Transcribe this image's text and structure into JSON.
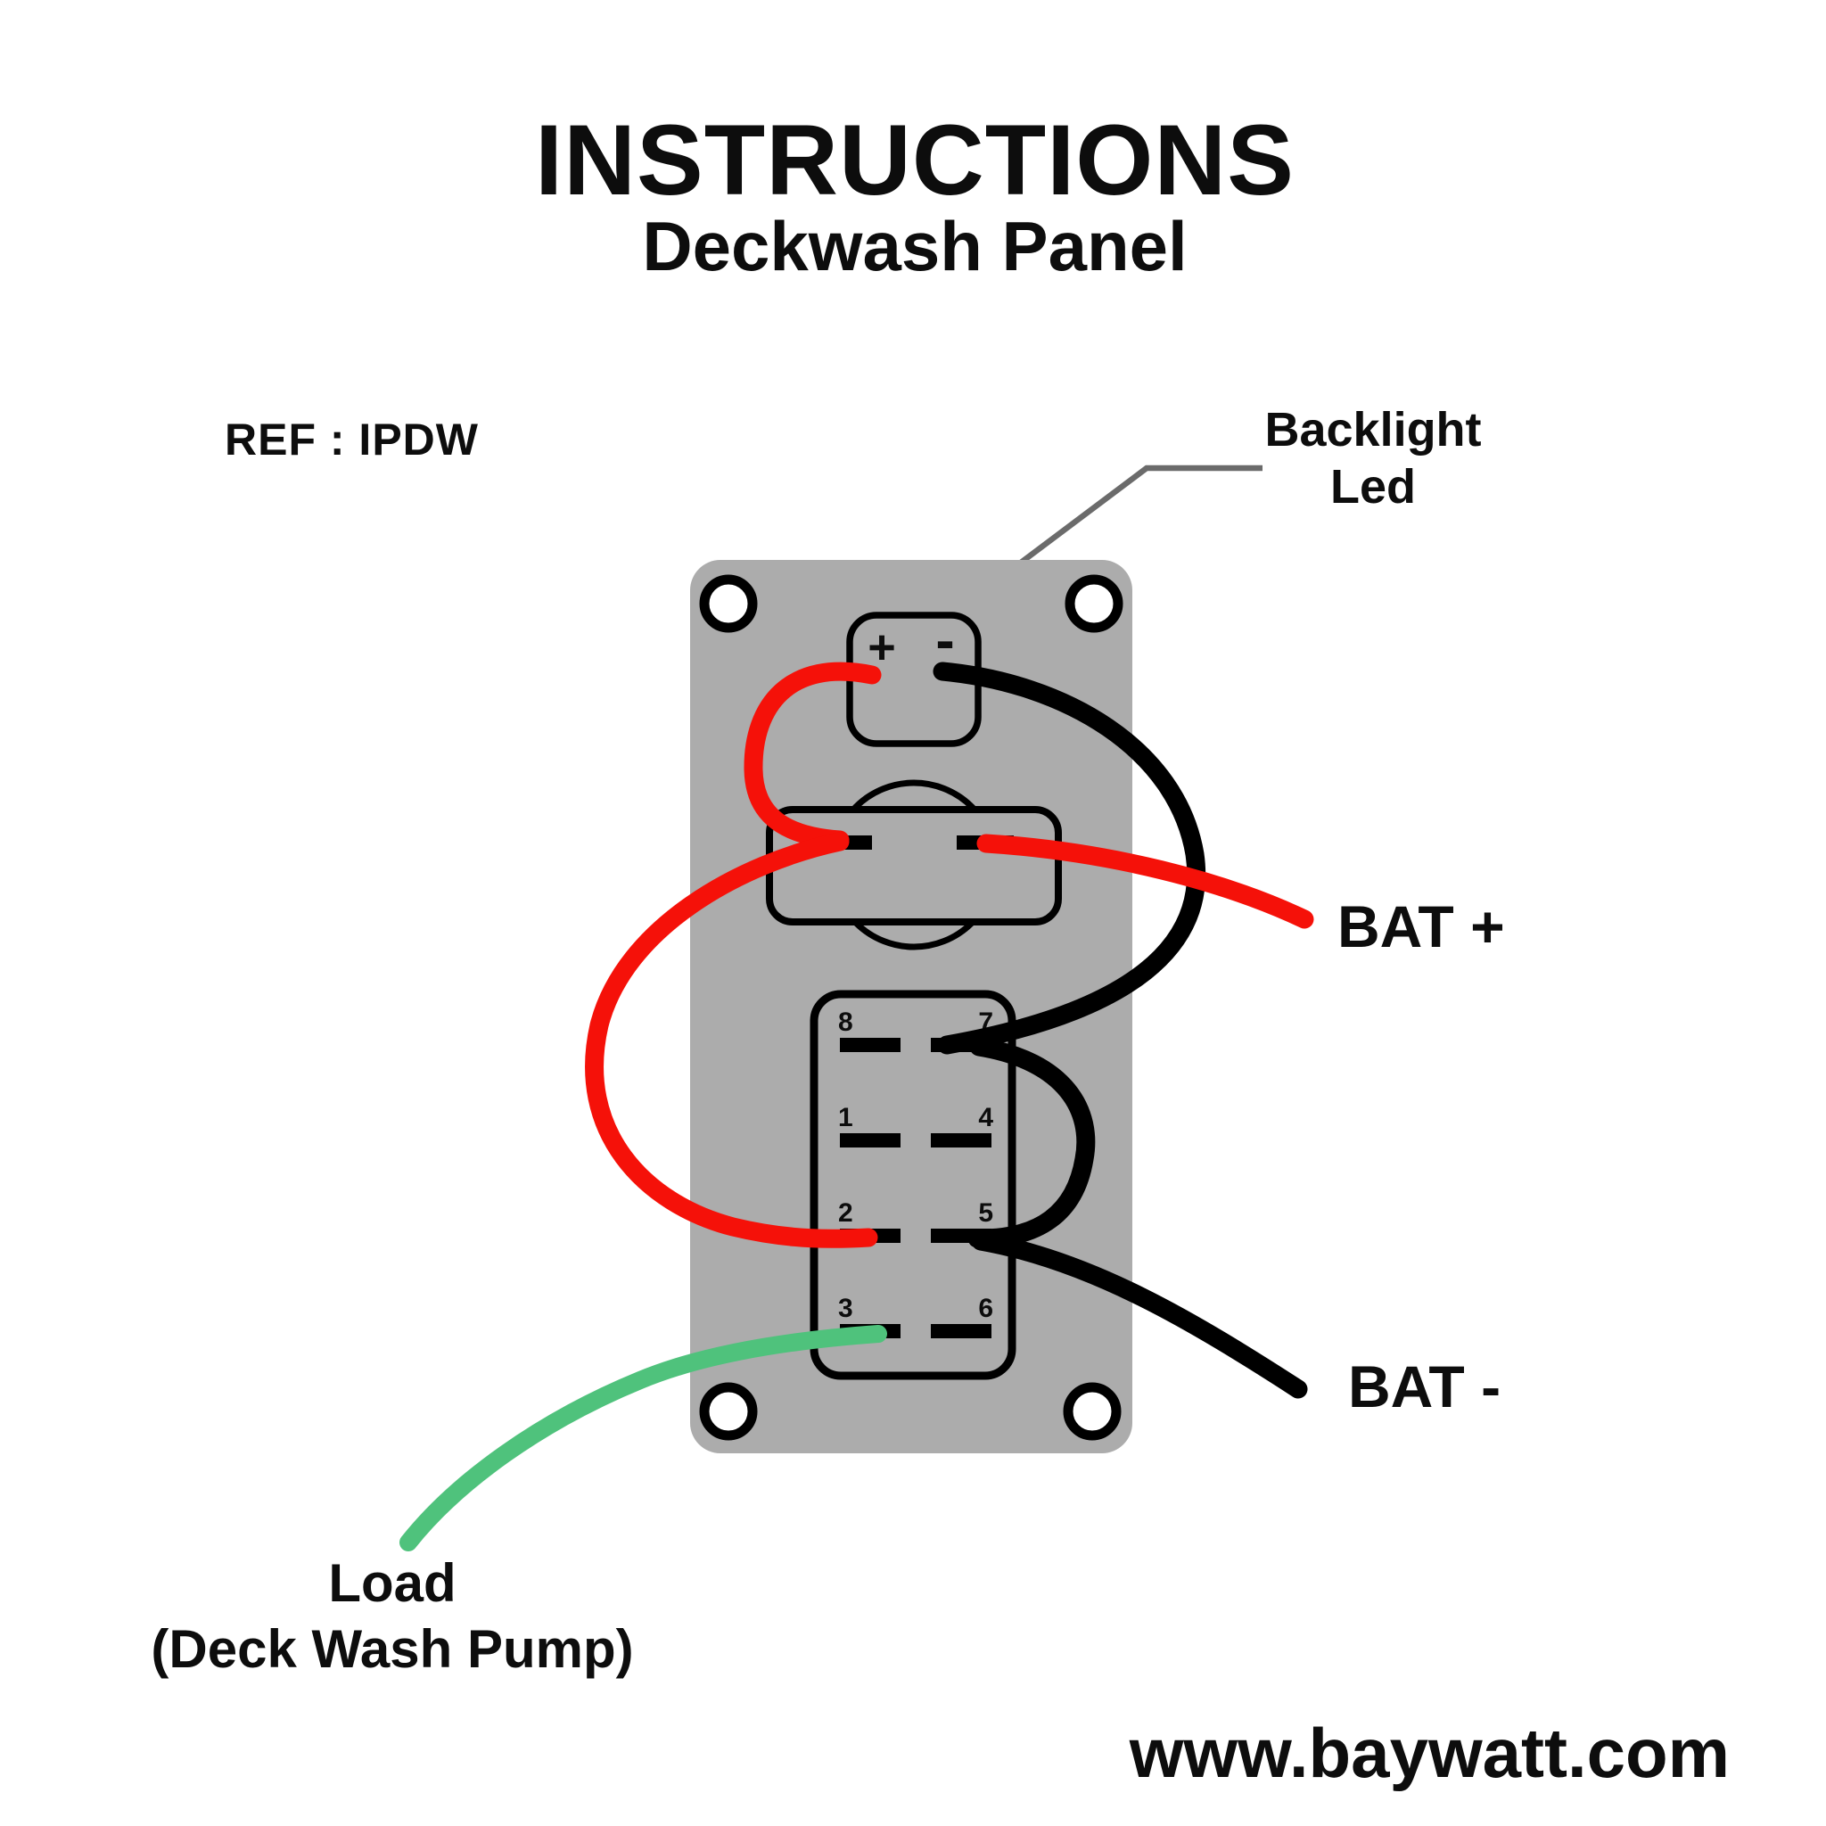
{
  "title": "INSTRUCTIONS",
  "subtitle": "Deckwash Panel",
  "ref_label": "REF : IPDW",
  "callout": {
    "line1": "Backlight",
    "line2": "Led"
  },
  "led_connector": {
    "plus": "+",
    "minus": "-"
  },
  "switch_pins": {
    "left": [
      "8",
      "1",
      "2",
      "3"
    ],
    "right": [
      "7",
      "4",
      "5",
      "6"
    ]
  },
  "labels": {
    "bat_plus": "BAT +",
    "bat_minus": "BAT -",
    "load_line1": "Load",
    "load_line2": "(Deck Wash Pump)"
  },
  "watermark": "www.baywatt.com",
  "colors": {
    "panel_gray": "#ACACAC",
    "outline_black": "#000000",
    "wire_red": "#F51109",
    "wire_black": "#000000",
    "wire_green": "#4FC27C",
    "leader_gray": "#6B6B6B",
    "watermark_gray": "#9C9C9C",
    "hole_white": "#FFFFFF"
  }
}
